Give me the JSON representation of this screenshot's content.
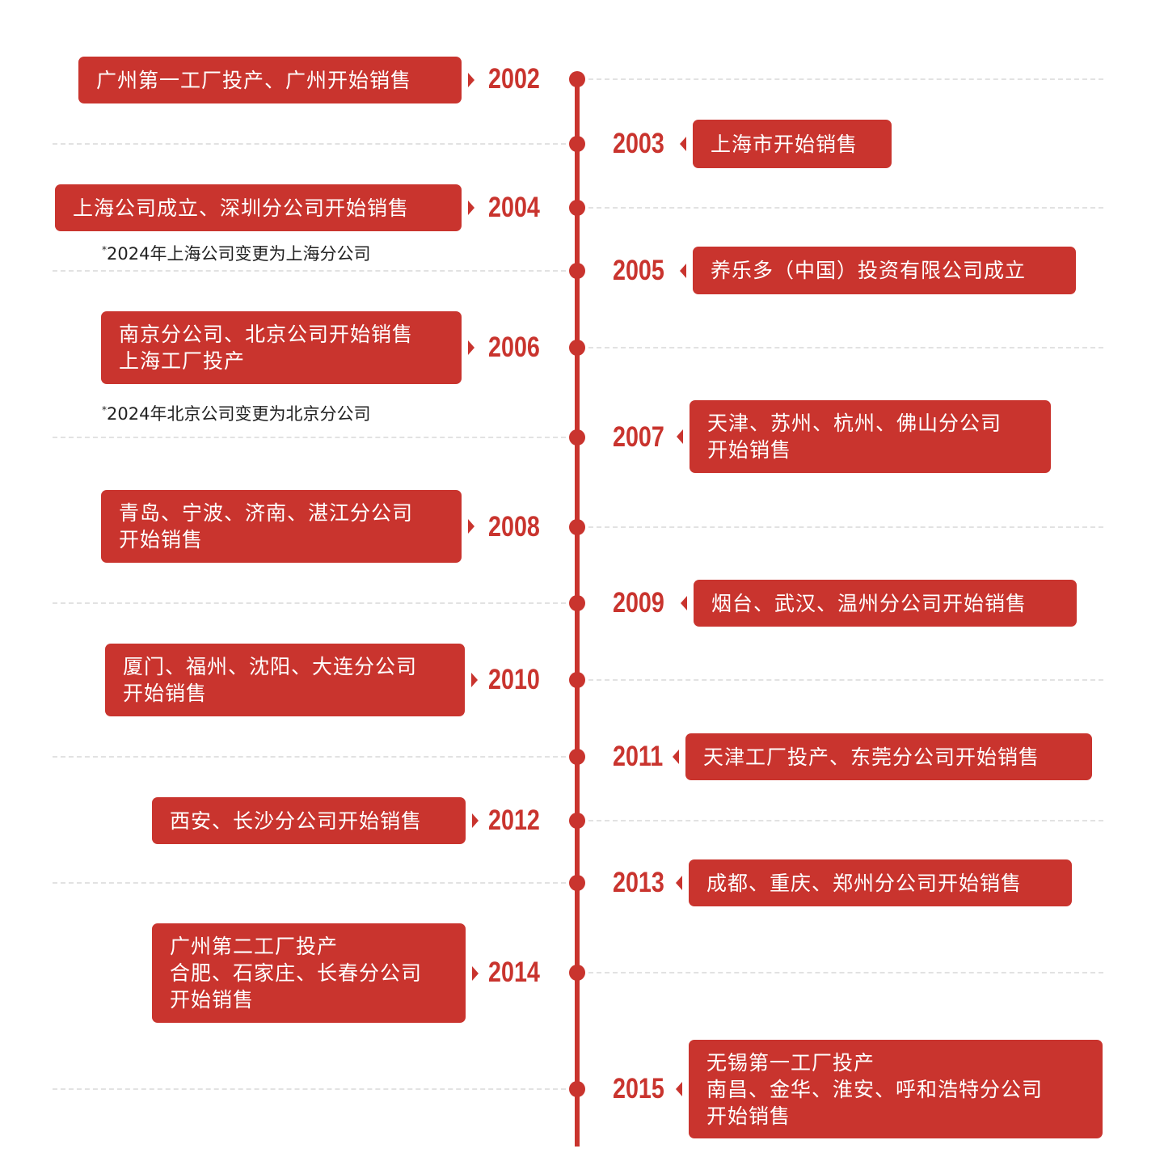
{
  "colors": {
    "accent": "#c9342e",
    "dash": "#e2e2e2"
  },
  "events": [
    {
      "year": "2002",
      "side": "left",
      "lines": [
        "广州第一工厂投产、广州开始销售"
      ]
    },
    {
      "year": "2003",
      "side": "right",
      "lines": [
        "上海市开始销售"
      ]
    },
    {
      "year": "2004",
      "side": "left",
      "lines": [
        "上海公司成立、深圳分公司开始销售"
      ],
      "note": "2024年上海公司变更为上海分公司"
    },
    {
      "year": "2005",
      "side": "right",
      "lines": [
        "养乐多（中国）投资有限公司成立"
      ]
    },
    {
      "year": "2006",
      "side": "left",
      "lines": [
        "南京分公司、北京公司开始销售",
        "上海工厂投产"
      ],
      "note": "2024年北京公司变更为北京分公司"
    },
    {
      "year": "2007",
      "side": "right",
      "lines": [
        "天津、苏州、杭州、佛山分公司",
        "开始销售"
      ]
    },
    {
      "year": "2008",
      "side": "left",
      "lines": [
        "青岛、宁波、济南、湛江分公司",
        "开始销售"
      ]
    },
    {
      "year": "2009",
      "side": "right",
      "lines": [
        "烟台、武汉、温州分公司开始销售"
      ]
    },
    {
      "year": "2010",
      "side": "left",
      "lines": [
        "厦门、福州、沈阳、大连分公司",
        "开始销售"
      ]
    },
    {
      "year": "2011",
      "side": "right",
      "lines": [
        "天津工厂投产、东莞分公司开始销售"
      ]
    },
    {
      "year": "2012",
      "side": "left",
      "lines": [
        "西安、长沙分公司开始销售"
      ]
    },
    {
      "year": "2013",
      "side": "right",
      "lines": [
        "成都、重庆、郑州分公司开始销售"
      ]
    },
    {
      "year": "2014",
      "side": "left",
      "lines": [
        "广州第二工厂投产",
        "合肥、石家庄、长春分公司",
        "开始销售"
      ]
    },
    {
      "year": "2015",
      "side": "right",
      "lines": [
        "无锡第一工厂投产",
        "南昌、金华、淮安、呼和浩特分公司",
        "开始销售"
      ]
    }
  ]
}
